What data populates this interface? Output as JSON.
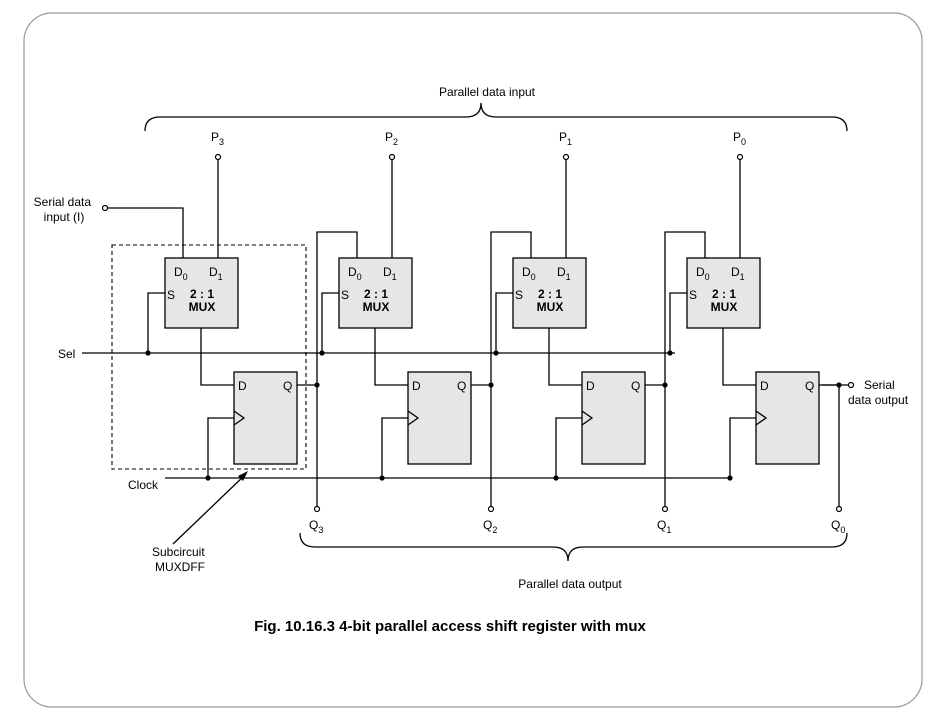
{
  "diagram": {
    "parallel_input_label": "Parallel data input",
    "parallel_output_label": "Parallel data output",
    "serial_input_label": [
      "Serial data",
      "input (I)"
    ],
    "serial_output_label": [
      "Serial",
      "data output"
    ],
    "sel_label": "Sel",
    "clock_label": "Clock",
    "subcircuit_label": [
      "Subcircuit",
      "MUXDFF"
    ],
    "inputs": [
      {
        "name": "P",
        "sub": "3"
      },
      {
        "name": "P",
        "sub": "2"
      },
      {
        "name": "P",
        "sub": "1"
      },
      {
        "name": "P",
        "sub": "0"
      }
    ],
    "outputs": [
      {
        "name": "Q",
        "sub": "3"
      },
      {
        "name": "Q",
        "sub": "2"
      },
      {
        "name": "Q",
        "sub": "1"
      },
      {
        "name": "Q",
        "sub": "0"
      }
    ],
    "mux": {
      "d0": "D",
      "d0_sub": "0",
      "d1": "D",
      "d1_sub": "1",
      "s": "S",
      "line1": "2 : 1",
      "line2": "MUX"
    },
    "ff": {
      "d": "D",
      "q": "Q"
    }
  },
  "caption": "Fig. 10.16.3  4-bit parallel access shift register with mux"
}
